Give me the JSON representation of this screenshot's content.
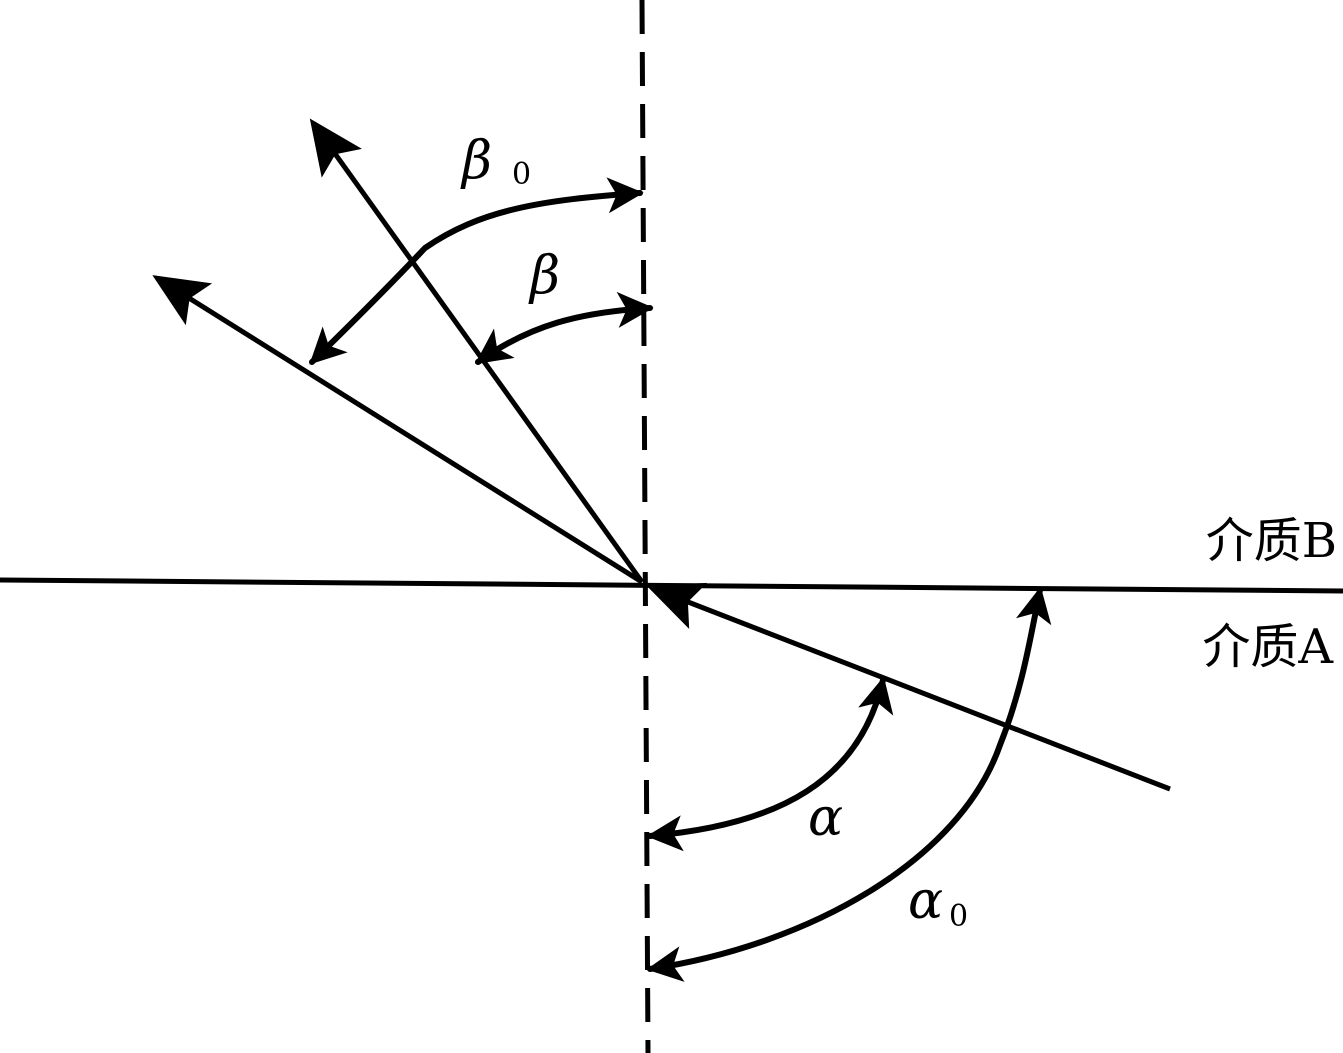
{
  "labels": {
    "beta0": "β",
    "beta0_sub": "0",
    "beta": "β",
    "alpha": "α",
    "alpha0": "α",
    "alpha0_sub": "0",
    "medium_b": "介质B",
    "medium_a": "介质A"
  },
  "colors": {
    "stroke": "#000000",
    "background": "#ffffff"
  }
}
